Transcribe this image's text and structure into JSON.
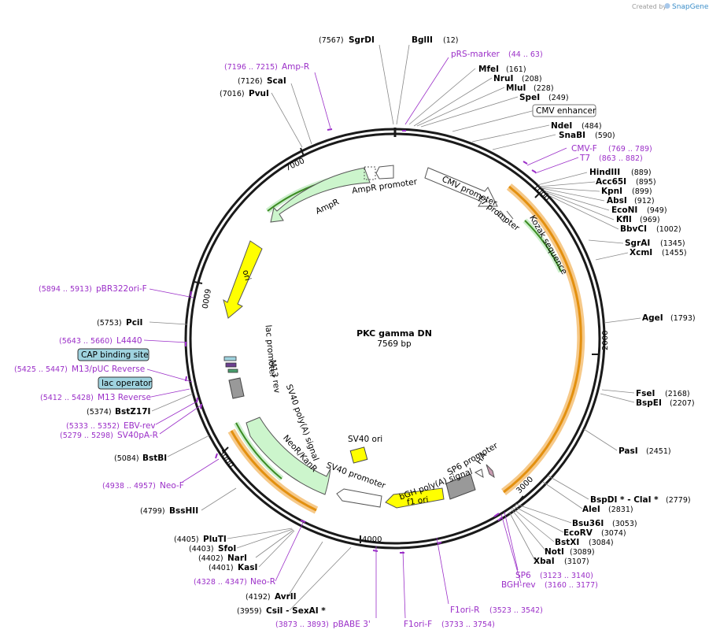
{
  "credit": {
    "prefix": "Created by",
    "brand": "SnapGene"
  },
  "plasmid": {
    "name": "PKC gamma DN",
    "length": "7569 bp"
  },
  "ticks": [
    "1000",
    "2000",
    "3000",
    "4000",
    "5000",
    "6000",
    "7000"
  ],
  "enzymes": [
    {
      "pos": "(7567)",
      "name": "SgrDI"
    },
    {
      "pos": "(12)",
      "name": "BglII"
    },
    {
      "pos": "(161)",
      "name": "MfeI"
    },
    {
      "pos": "(208)",
      "name": "NruI"
    },
    {
      "pos": "(228)",
      "name": "MluI"
    },
    {
      "pos": "(249)",
      "name": "SpeI"
    },
    {
      "pos": "(484)",
      "name": "NdeI"
    },
    {
      "pos": "(590)",
      "name": "SnaBI"
    },
    {
      "pos": "(889)",
      "name": "HindIII"
    },
    {
      "pos": "(895)",
      "name": "Acc65I"
    },
    {
      "pos": "(899)",
      "name": "KpnI"
    },
    {
      "pos": "(912)",
      "name": "AbsI"
    },
    {
      "pos": "(949)",
      "name": "EcoNI"
    },
    {
      "pos": "(969)",
      "name": "KflI"
    },
    {
      "pos": "(1002)",
      "name": "BbvCI"
    },
    {
      "pos": "(1345)",
      "name": "SgrAI"
    },
    {
      "pos": "(1455)",
      "name": "XcmI"
    },
    {
      "pos": "(1793)",
      "name": "AgeI"
    },
    {
      "pos": "(2168)",
      "name": "FseI"
    },
    {
      "pos": "(2207)",
      "name": "BspEI"
    },
    {
      "pos": "(2451)",
      "name": "PasI"
    },
    {
      "pos": "(2779)",
      "name": "BspDI * - ClaI *"
    },
    {
      "pos": "(2831)",
      "name": "AleI"
    },
    {
      "pos": "(3053)",
      "name": "Bsu36I"
    },
    {
      "pos": "(3074)",
      "name": "EcoRV"
    },
    {
      "pos": "(3084)",
      "name": "BstXI"
    },
    {
      "pos": "(3089)",
      "name": "NotI"
    },
    {
      "pos": "(3107)",
      "name": "XbaI"
    },
    {
      "pos": "(3959)",
      "name": "CsiI  - SexAI *"
    },
    {
      "pos": "(4192)",
      "name": "AvrII"
    },
    {
      "pos": "(4401)",
      "name": "KasI"
    },
    {
      "pos": "(4402)",
      "name": "NarI"
    },
    {
      "pos": "(4403)",
      "name": "SfoI"
    },
    {
      "pos": "(4405)",
      "name": "PluTI"
    },
    {
      "pos": "(4799)",
      "name": "BssHII"
    },
    {
      "pos": "(5084)",
      "name": "BstBI"
    },
    {
      "pos": "(5374)",
      "name": "BstZ17I"
    },
    {
      "pos": "(5753)",
      "name": "PciI"
    },
    {
      "pos": "(7016)",
      "name": "PvuI"
    },
    {
      "pos": "(7126)",
      "name": "ScaI"
    }
  ],
  "primers": [
    {
      "name": "pRS-marker",
      "range": "(44 .. 63)"
    },
    {
      "name": "CMV-F",
      "range": "(769 .. 789)"
    },
    {
      "name": "T7",
      "range": "(863 .. 882)"
    },
    {
      "name": "SP6",
      "range": "(3123 .. 3140)"
    },
    {
      "name": "BGH-rev",
      "range": "(3160 .. 3177)"
    },
    {
      "name": "F1ori-R",
      "range": "(3523 .. 3542)"
    },
    {
      "name": "F1ori-F",
      "range": "(3733 .. 3754)"
    },
    {
      "name": "pBABE 3'",
      "range": "(3873 .. 3893)"
    },
    {
      "name": "Neo-R",
      "range": "(4328 .. 4347)"
    },
    {
      "name": "Neo-F",
      "range": "(4938 .. 4957)"
    },
    {
      "name": "SV40pA-R",
      "range": "(5279 .. 5298)"
    },
    {
      "name": "EBV-rev",
      "range": "(5333 .. 5352)"
    },
    {
      "name": "M13 Reverse",
      "range": "(5412 .. 5428)"
    },
    {
      "name": "M13/pUC Reverse",
      "range": "(5425 .. 5447)"
    },
    {
      "name": "L4440",
      "range": "(5643 .. 5660)"
    },
    {
      "name": "pBR322ori-F",
      "range": "(5894 .. 5913)"
    },
    {
      "name": "Amp-R",
      "range": "(7196 .. 7215)"
    }
  ],
  "boxed": {
    "cmv_enhancer": "CMV enhancer",
    "cap_site": "CAP binding site",
    "lac_operator": "lac operator"
  },
  "features": {
    "ampr_promoter": "AmpR promoter",
    "ampr": "AmpR",
    "cmv_promoter": "CMV promoter",
    "t7_promoter": "T7 promoter",
    "kozak": "Kozak sequence",
    "ori": "ori",
    "lac_promoter": "lac promoter",
    "m13_rev": "M13 rev",
    "sv40_polya": "SV40 poly(A) signal",
    "neor": "NeoR/KanR",
    "sv40_promoter": "SV40 promoter",
    "sv40_ori": "SV40 ori",
    "f1_ori": "f1 ori",
    "bgh_polya": "bGH poly(A) signal",
    "sp6_promoter": "SP6 promoter",
    "ha": "HA"
  },
  "colors": {
    "backbone": "#1a1a1a",
    "promoter": "#ffffff",
    "marker": "#ccf5cc",
    "ori": "#ffff00",
    "primer": "#9b2fc8",
    "orf": "#f3a533",
    "boxed_fill": "#9fd3df"
  }
}
